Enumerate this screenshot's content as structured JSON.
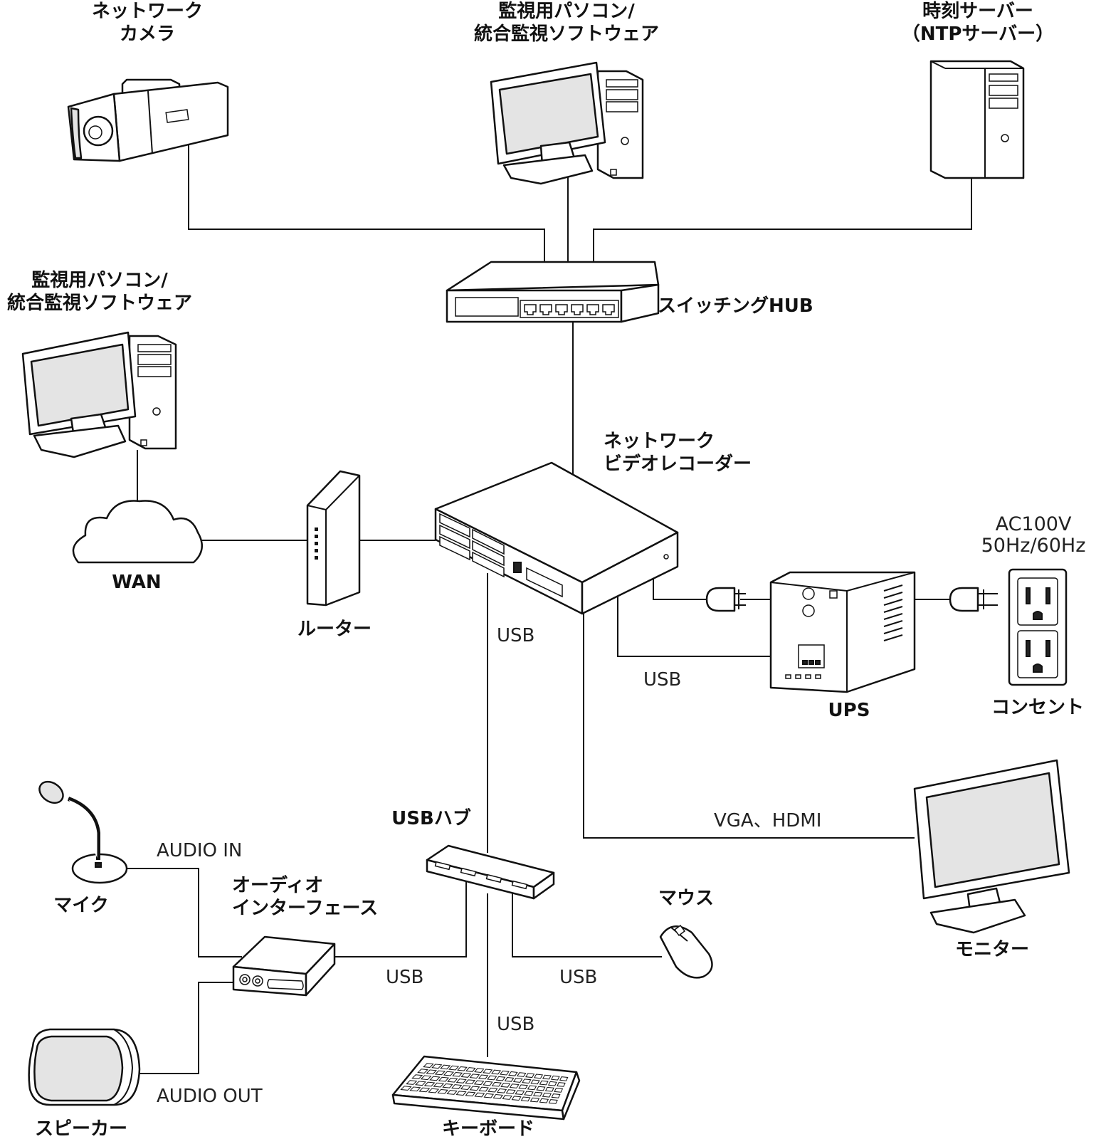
{
  "devices": {
    "network_camera": {
      "line1": "ネットワーク",
      "line2": "カメラ"
    },
    "monitor_pc_top": {
      "line1": "監視用パソコン/",
      "line2": "統合監視ソフトウェア"
    },
    "time_server": {
      "line1": "時刻サーバー",
      "line2": "（NTPサーバー）"
    },
    "monitor_pc_left": {
      "line1": "監視用パソコン/",
      "line2": "統合監視ソフトウェア"
    },
    "switching_hub": "スイッチングHUB",
    "nvr": {
      "line1": "ネットワーク",
      "line2": "ビデオレコーダー"
    },
    "wan": "WAN",
    "router": "ルーター",
    "power_spec": {
      "line1": "AC100V",
      "line2": "50Hz/60Hz"
    },
    "ups": "UPS",
    "outlet": "コンセント",
    "monitor": "モニター",
    "usb_hub": "USBハブ",
    "mic": "マイク",
    "audio_interface": {
      "line1": "オーディオ",
      "line2": "インターフェース"
    },
    "mouse": "マウス",
    "speaker": "スピーカー",
    "keyboard": "キーボード"
  },
  "connections": {
    "nvr_usb": "USB",
    "ups_usb": "USB",
    "vga_hdmi": "VGA、HDMI",
    "audio_in": "AUDIO IN",
    "audio_out": "AUDIO OUT",
    "audio_usb": "USB",
    "mouse_usb": "USB",
    "keyboard_usb": "USB"
  }
}
